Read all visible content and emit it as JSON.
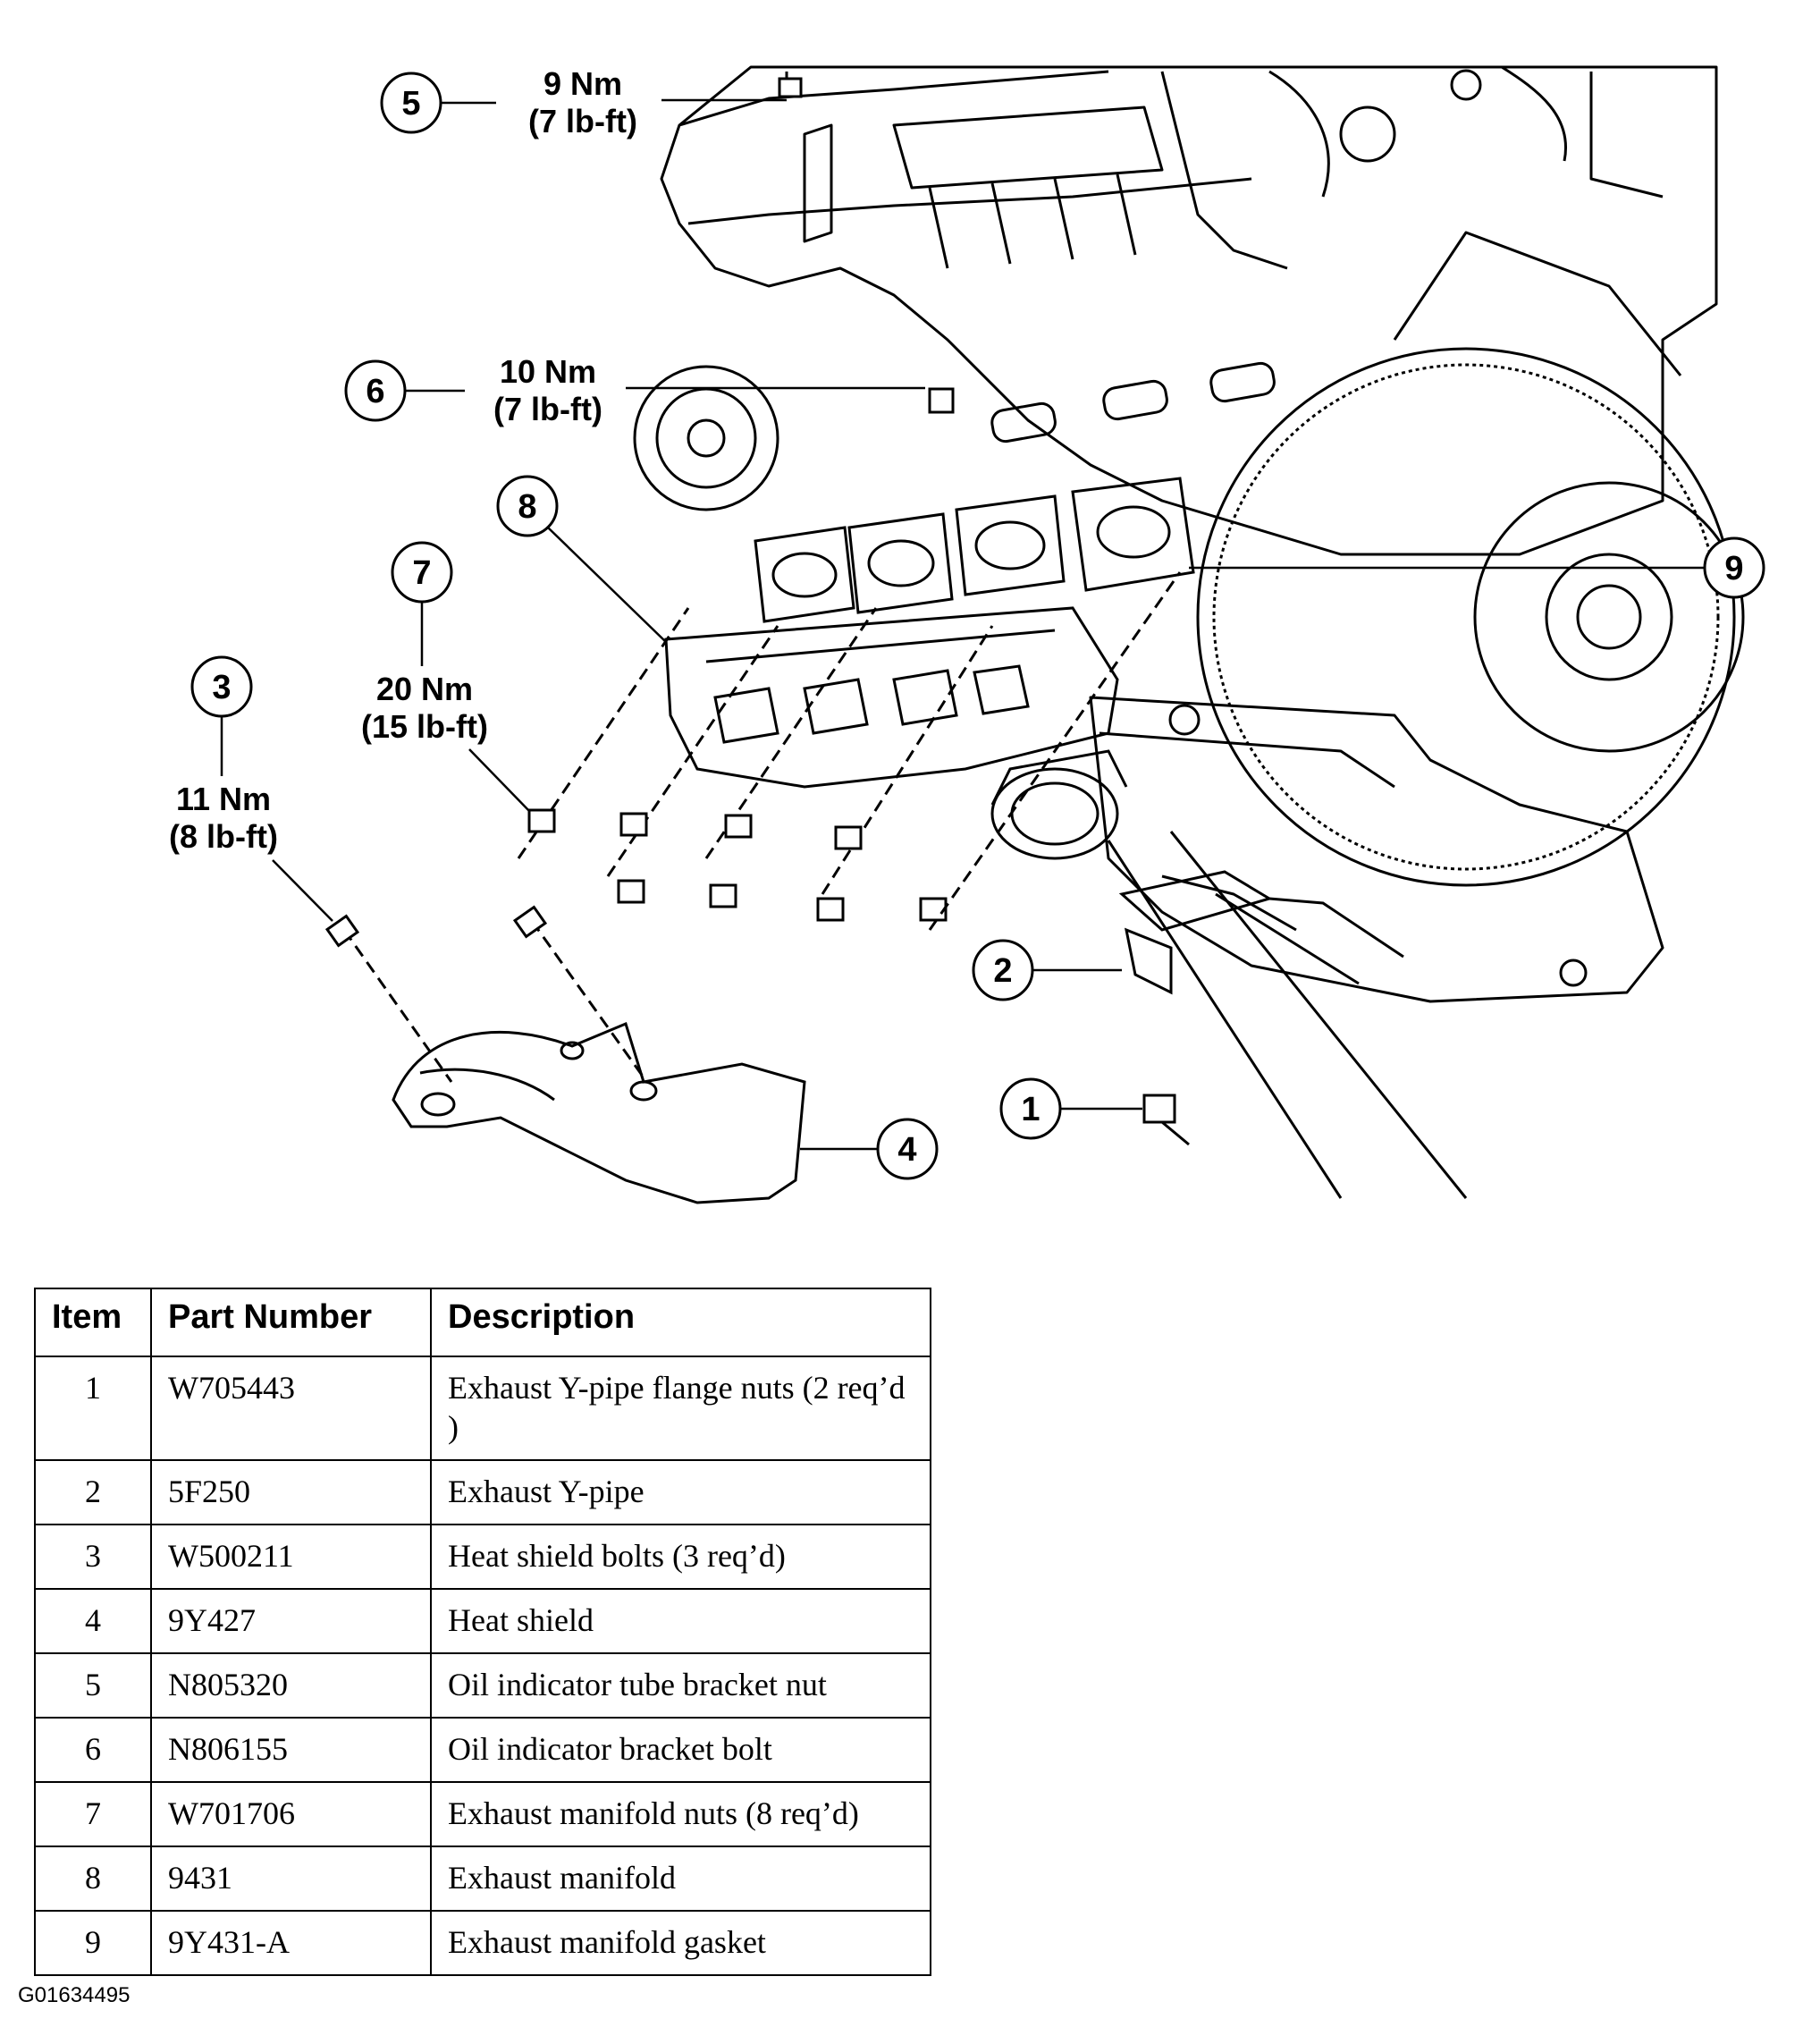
{
  "callouts": [
    {
      "id": "5",
      "torque_nm": "9 Nm",
      "torque_lbft": "(7 lb-ft)"
    },
    {
      "id": "6",
      "torque_nm": "10 Nm",
      "torque_lbft": "(7 lb-ft)"
    },
    {
      "id": "8"
    },
    {
      "id": "7",
      "torque_nm": "20 Nm",
      "torque_lbft": "(15 lb-ft)"
    },
    {
      "id": "3",
      "torque_nm": "11 Nm",
      "torque_lbft": "(8 lb-ft)"
    },
    {
      "id": "9"
    },
    {
      "id": "2"
    },
    {
      "id": "1"
    },
    {
      "id": "4"
    }
  ],
  "table": {
    "headers": {
      "item": "Item",
      "part_number": "Part Number",
      "description": "Description"
    },
    "rows": [
      {
        "item": "1",
        "part_number": "W705443",
        "description": "Exhaust Y-pipe flange nuts (2 req’d )"
      },
      {
        "item": "2",
        "part_number": "5F250",
        "description": "Exhaust Y-pipe"
      },
      {
        "item": "3",
        "part_number": "W500211",
        "description": "Heat shield bolts (3 req’d)"
      },
      {
        "item": "4",
        "part_number": "9Y427",
        "description": "Heat shield"
      },
      {
        "item": "5",
        "part_number": "N805320",
        "description": "Oil indicator tube bracket nut"
      },
      {
        "item": "6",
        "part_number": "N806155",
        "description": "Oil indicator bracket bolt"
      },
      {
        "item": "7",
        "part_number": "W701706",
        "description": "Exhaust manifold nuts (8 req’d)"
      },
      {
        "item": "8",
        "part_number": "9431",
        "description": "Exhaust manifold"
      },
      {
        "item": "9",
        "part_number": "9Y431-A",
        "description": "Exhaust manifold gasket"
      }
    ]
  },
  "figure_id": "G01634495"
}
